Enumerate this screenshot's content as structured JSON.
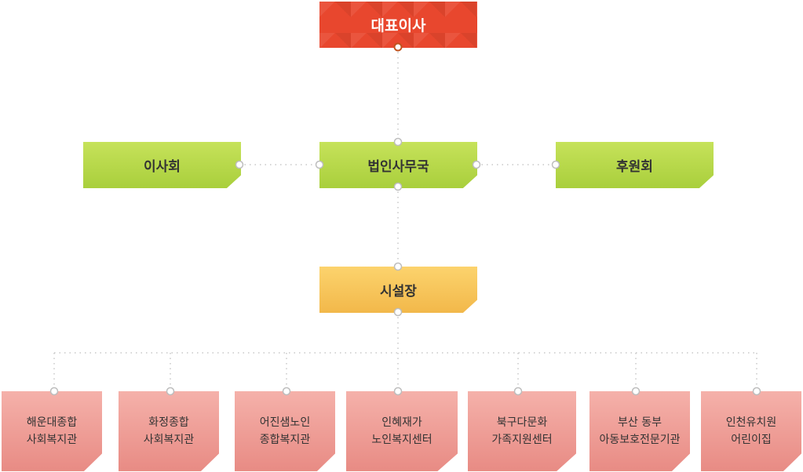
{
  "diagram": {
    "ceo": "대표이사",
    "board": "이사회",
    "office": "법인사무국",
    "support": "후원회",
    "director": "시설장",
    "facilities": [
      {
        "line1": "해운대종합",
        "line2": "사회복지관"
      },
      {
        "line1": "화정종합",
        "line2": "사회복지관"
      },
      {
        "line1": "어진샘노인",
        "line2": "종합복지관"
      },
      {
        "line1": "인혜재가",
        "line2": "노인복지센터"
      },
      {
        "line1": "북구다문화",
        "line2": "가족지원센터"
      },
      {
        "line1": "부산 동부",
        "line2": "아동보호전문기관"
      },
      {
        "line1": "인천유치원",
        "line2": "어린이집"
      }
    ]
  },
  "colors": {
    "ceo": "#e8472e",
    "green": "#b5d84a",
    "yellow": "#f6c35a",
    "pink": "#ee9d96",
    "connector": "#c8c8c8",
    "node_ring": "#bdbdbd"
  }
}
